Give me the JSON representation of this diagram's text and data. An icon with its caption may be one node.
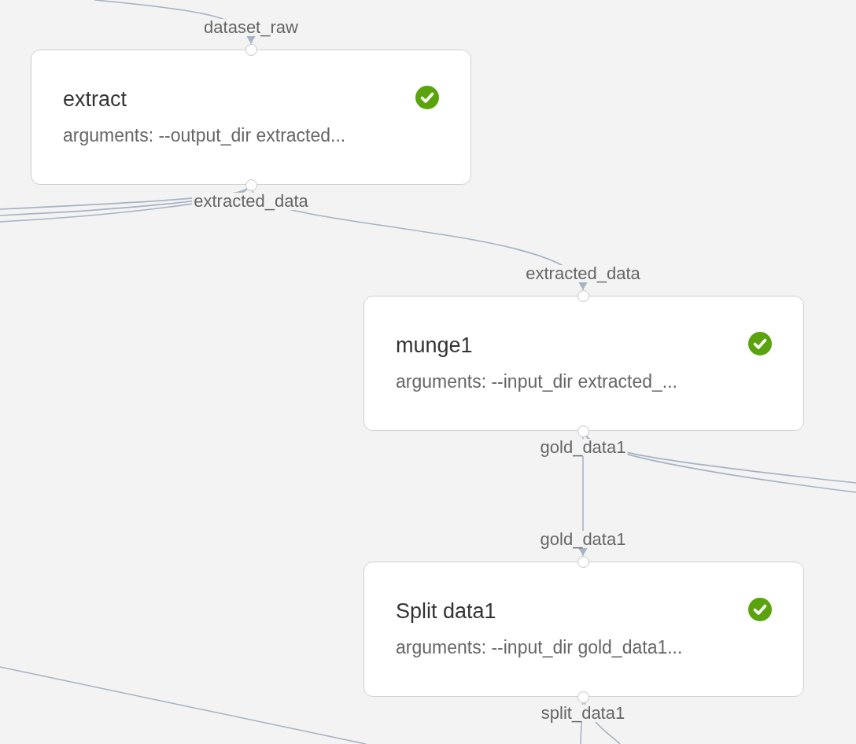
{
  "diagram": {
    "nodes": [
      {
        "text": [],
        "shape": "circle",
        "beside": [
          "dataset_raw"
        ]
      },
      {
        "text": [
          "extract",
          "arguments: --output_dir extracted..."
        ]
      },
      {
        "text": [],
        "shape": "circle",
        "beside": [
          "extracted_data"
        ]
      },
      {
        "text": [],
        "shape": "circle",
        "beside": [
          "extracted_data"
        ]
      },
      {
        "text": [
          "munge1",
          "arguments: --input_dir extracted_..."
        ]
      },
      {
        "text": [],
        "shape": "circle",
        "beside": [
          "gold_data1"
        ]
      },
      {
        "text": [],
        "shape": "circle",
        "beside": [
          "gold_data1"
        ]
      },
      {
        "text": [
          "Split data1",
          "arguments: --input_dir gold_data1..."
        ]
      },
      {
        "text": [],
        "shape": "circle",
        "beside": [
          "split_data1"
        ]
      }
    ],
    "edges": [
      {
        "from": null,
        "to": 0,
        "arrow": "to"
      },
      {
        "from": 2,
        "to": null,
        "arrow": "none"
      },
      {
        "from": 2,
        "to": null,
        "arrow": "none"
      },
      {
        "from": 2,
        "to": null,
        "arrow": "none"
      },
      {
        "from": 2,
        "to": 3,
        "arrow": "to"
      },
      {
        "from": 5,
        "to": 6,
        "arrow": "to"
      },
      {
        "from": 5,
        "to": null,
        "arrow": "none"
      },
      {
        "from": 5,
        "to": null,
        "arrow": "none"
      },
      {
        "from": 8,
        "to": null,
        "arrow": "none"
      },
      {
        "from": 8,
        "to": null,
        "arrow": "none"
      }
    ]
  }
}
